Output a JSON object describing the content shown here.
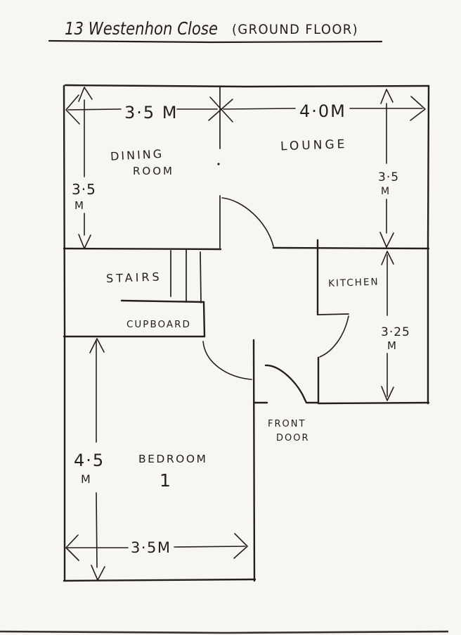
{
  "page": {
    "title": "13 Westenhon Close",
    "subtitle": "(GROUND FLOOR)"
  },
  "colors": {
    "ink": "#231f1c",
    "paper": "#f7f6f2"
  },
  "rooms": {
    "dining": {
      "name_line1": "DINING",
      "name_line2": "ROOM",
      "width": "3·5 M",
      "height_value": "3·5",
      "height_unit": "M"
    },
    "lounge": {
      "name": "LOUNGE",
      "width": "4·0M",
      "height_value": "3·5",
      "height_unit": "M"
    },
    "stairs": {
      "name": "STAIRS"
    },
    "cupboard": {
      "name": "CUPBOARD"
    },
    "kitchen": {
      "name": "KITCHEN",
      "height_value": "3·25",
      "height_unit": "M"
    },
    "bedroom1": {
      "name_line1": "BEDROOM",
      "name_line2": "1",
      "height_value": "4·5",
      "height_unit": "M",
      "width": "3·5M"
    },
    "front_door": {
      "name_line1": "FRONT",
      "name_line2": "DOOR"
    }
  }
}
